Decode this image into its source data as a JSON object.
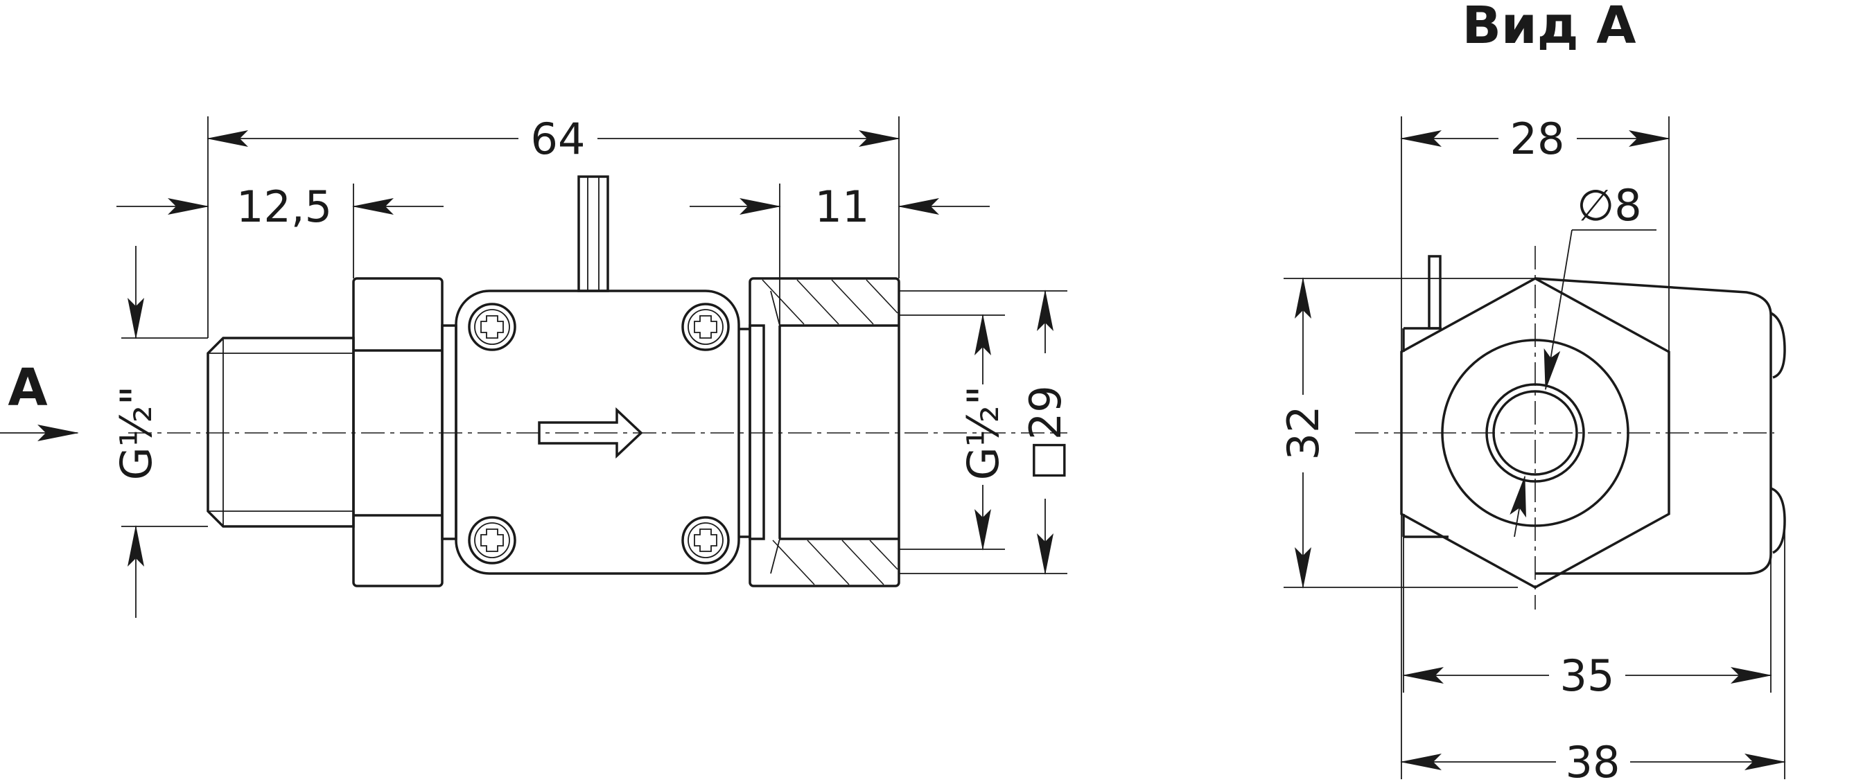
{
  "view_title": "Вид А",
  "front_view": {
    "view_marker": "A",
    "dim_total_length": "64",
    "dim_left_thread_length": "12,5",
    "dim_right_thread_length": "11",
    "thread_left": "G½\"",
    "thread_right": "G½\"",
    "dim_square": "□29"
  },
  "side_view": {
    "dim_hex_width": "28",
    "dim_bore": "∅8",
    "dim_height": "32",
    "dim_width_35": "35",
    "dim_width_38": "38"
  }
}
